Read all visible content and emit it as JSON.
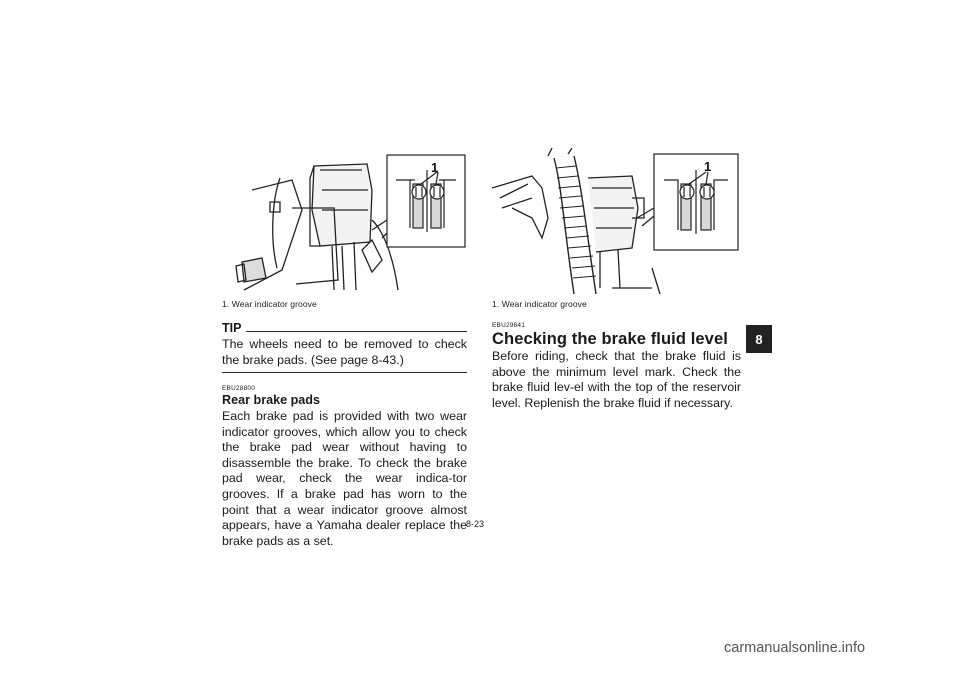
{
  "left_figure": {
    "callout": "1",
    "caption": "1.  Wear indicator groove"
  },
  "right_figure": {
    "callout": "1",
    "caption": "1.  Wear indicator groove"
  },
  "tip": {
    "title": "TIP",
    "text": "The wheels need to be removed to check the brake pads. (See page 8-43.)"
  },
  "rear_pads": {
    "code": "EBU28800",
    "heading": "Rear brake pads",
    "text": "Each brake pad is provided with two wear indicator grooves, which allow you to check the brake pad wear without having to disassemble the brake. To check the brake pad wear, check the wear indica-tor grooves. If a brake pad has worn to the point that a wear indicator groove almost appears, have a Yamaha dealer replace the brake pads as a set."
  },
  "fluid": {
    "code": "EBU29841",
    "heading": "Checking the brake fluid level",
    "text": "Before riding, check that the brake fluid is above the minimum level mark. Check the brake fluid lev-el with the top of the reservoir level. Replenish the brake fluid if necessary."
  },
  "chapter_tab": "8",
  "page_number": "8-23",
  "watermark": "carmanualsonline.info"
}
